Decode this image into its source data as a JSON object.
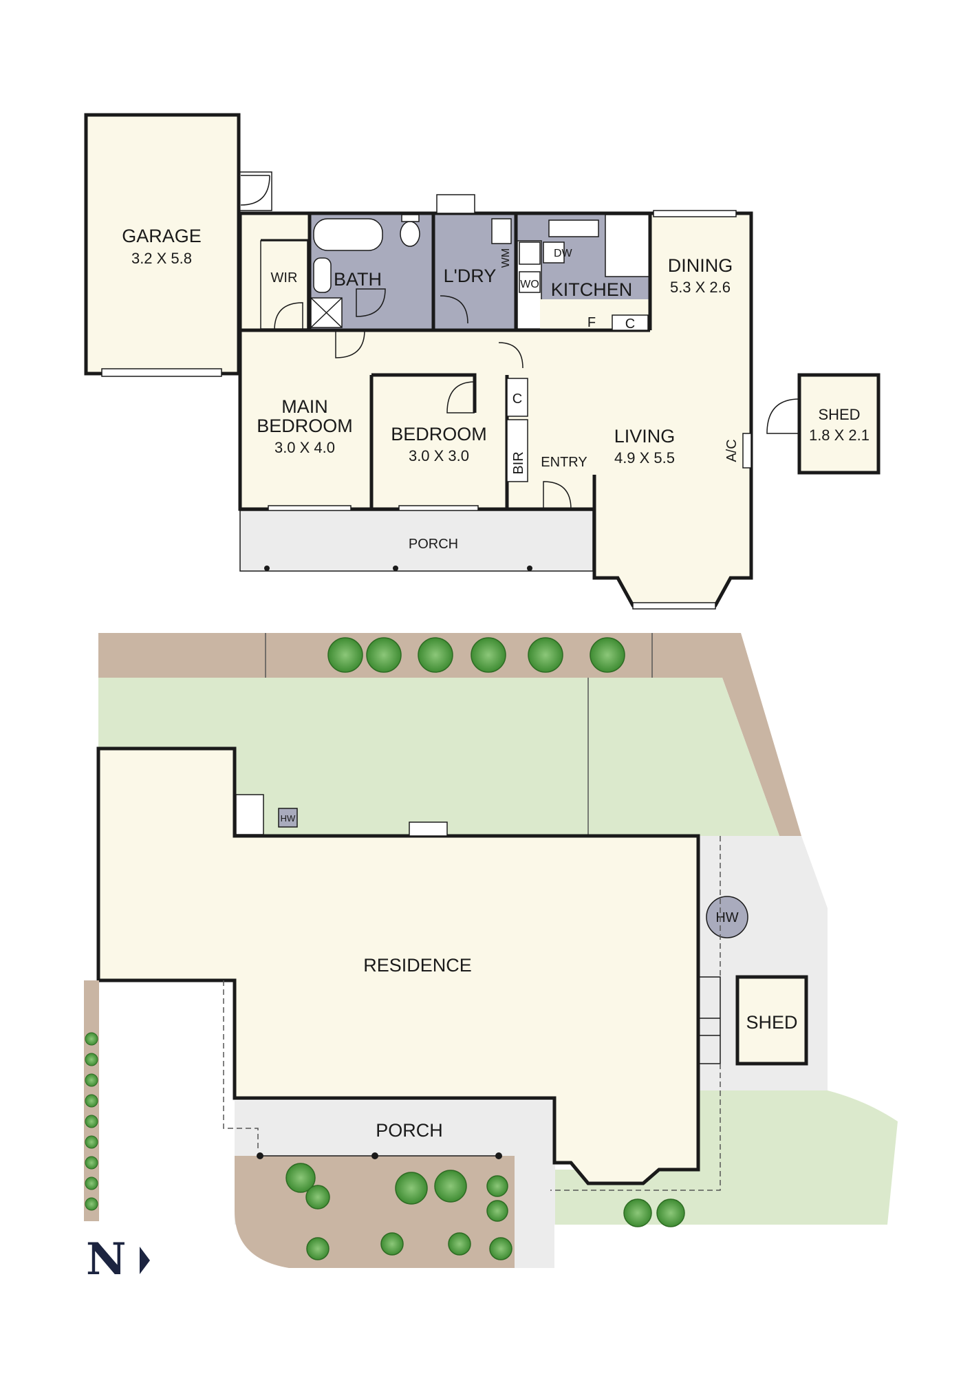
{
  "floor_plan": {
    "rooms": {
      "garage": {
        "name": "GARAGE",
        "dims": "3.2 X 5.8"
      },
      "wir": {
        "name": "WIR"
      },
      "bath": {
        "name": "BATH"
      },
      "laundry": {
        "name": "L'DRY"
      },
      "kitchen": {
        "name": "KITCHEN"
      },
      "dining": {
        "name": "DINING",
        "dims": "5.3 X 2.6"
      },
      "main_bedroom": {
        "name_line1": "MAIN",
        "name_line2": "BEDROOM",
        "dims": "3.0 X 4.0"
      },
      "bedroom": {
        "name": "BEDROOM",
        "dims": "3.0 X 3.0"
      },
      "living": {
        "name": "LIVING",
        "dims": "4.9 X 5.5"
      },
      "entry": {
        "name": "ENTRY"
      },
      "porch": {
        "name": "PORCH"
      },
      "shed": {
        "name": "SHED",
        "dims": "1.8 X 2.1"
      }
    },
    "fixtures": {
      "wm": "WM",
      "dw": "DW",
      "wo": "WO",
      "fridge": "F",
      "kitchen_cupboard": "C",
      "hall_cupboard": "C",
      "bir": "BIR",
      "ac": "A/C"
    }
  },
  "site_plan": {
    "residence": "RESIDENCE",
    "porch": "PORCH",
    "shed": "SHED",
    "hw_wall": "HW",
    "hw_round": "HW"
  },
  "compass": {
    "letter": "N"
  },
  "colors": {
    "room_fill": "#fbf8e8",
    "wet_fill": "#a9abbd",
    "wall": "#1a1a1a",
    "porch_fill": "#ececec",
    "lawn": "#dbe9cc",
    "garden_bed": "#c9b5a3",
    "tree": "#4a9a3a",
    "compass": "#1c2440"
  }
}
